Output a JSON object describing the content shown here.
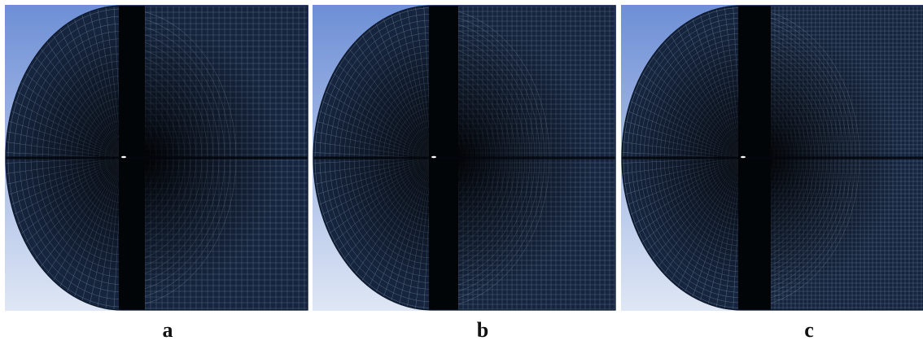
{
  "figure": {
    "panels": [
      {
        "id": "a",
        "caption": "a",
        "mesh_density": "coarse"
      },
      {
        "id": "b",
        "caption": "b",
        "mesh_density": "medium"
      },
      {
        "id": "c",
        "caption": "c",
        "mesh_density": "fine"
      }
    ]
  },
  "colors": {
    "background_top": "#6e8fd6",
    "background_bottom": "#dfe7f5",
    "mesh_fill": "#16253d",
    "mesh_line": "#8aa0c0",
    "dense_band": "#020508",
    "centerline": "#03070d"
  }
}
